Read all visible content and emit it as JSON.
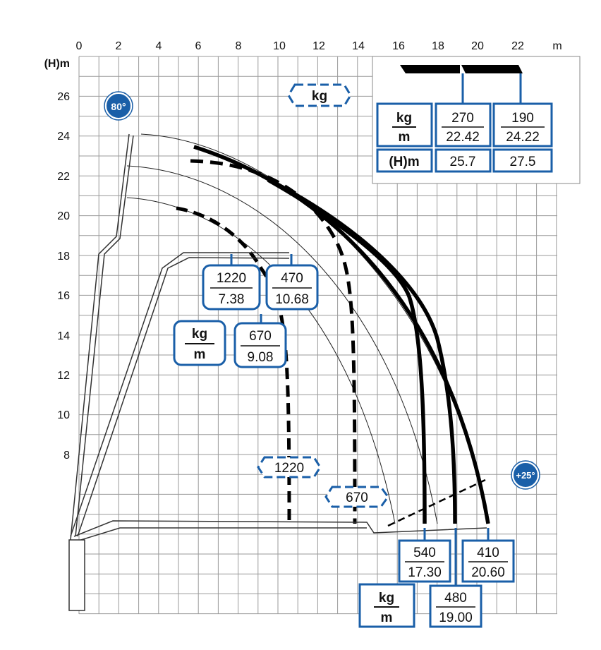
{
  "axes": {
    "x_unit": "m",
    "y_unit": "(H)m",
    "x_ticks": [
      "0",
      "2",
      "4",
      "6",
      "8",
      "10",
      "12",
      "14",
      "16",
      "18",
      "20",
      "22"
    ],
    "y_ticks": [
      "26",
      "24",
      "22",
      "20",
      "18",
      "16",
      "14",
      "12",
      "10",
      "8"
    ]
  },
  "angles": {
    "max": "80°",
    "min": "+25°"
  },
  "units": {
    "kg": "kg",
    "m": "m",
    "height": "(H)m"
  },
  "legend_table": {
    "columns": [
      {
        "kg": "270",
        "m": "22.42",
        "h": "25.7"
      },
      {
        "kg": "190",
        "m": "24.22",
        "h": "27.5"
      }
    ]
  },
  "inner_boxes": [
    {
      "kg": "1220",
      "m": "7.38"
    },
    {
      "kg": "470",
      "m": "10.68"
    },
    {
      "kg": "670",
      "m": "9.08"
    }
  ],
  "dashed_labels": {
    "kg": "kg",
    "a": "1220",
    "b": "670"
  },
  "bottom_boxes": [
    {
      "kg": "540",
      "m": "17.30"
    },
    {
      "kg": "410",
      "m": "20.60"
    },
    {
      "kg": "480",
      "m": "19.00"
    }
  ],
  "colors": {
    "accent": "#1a5fa8",
    "ink": "#111111",
    "grid": "#9a9a9a"
  }
}
